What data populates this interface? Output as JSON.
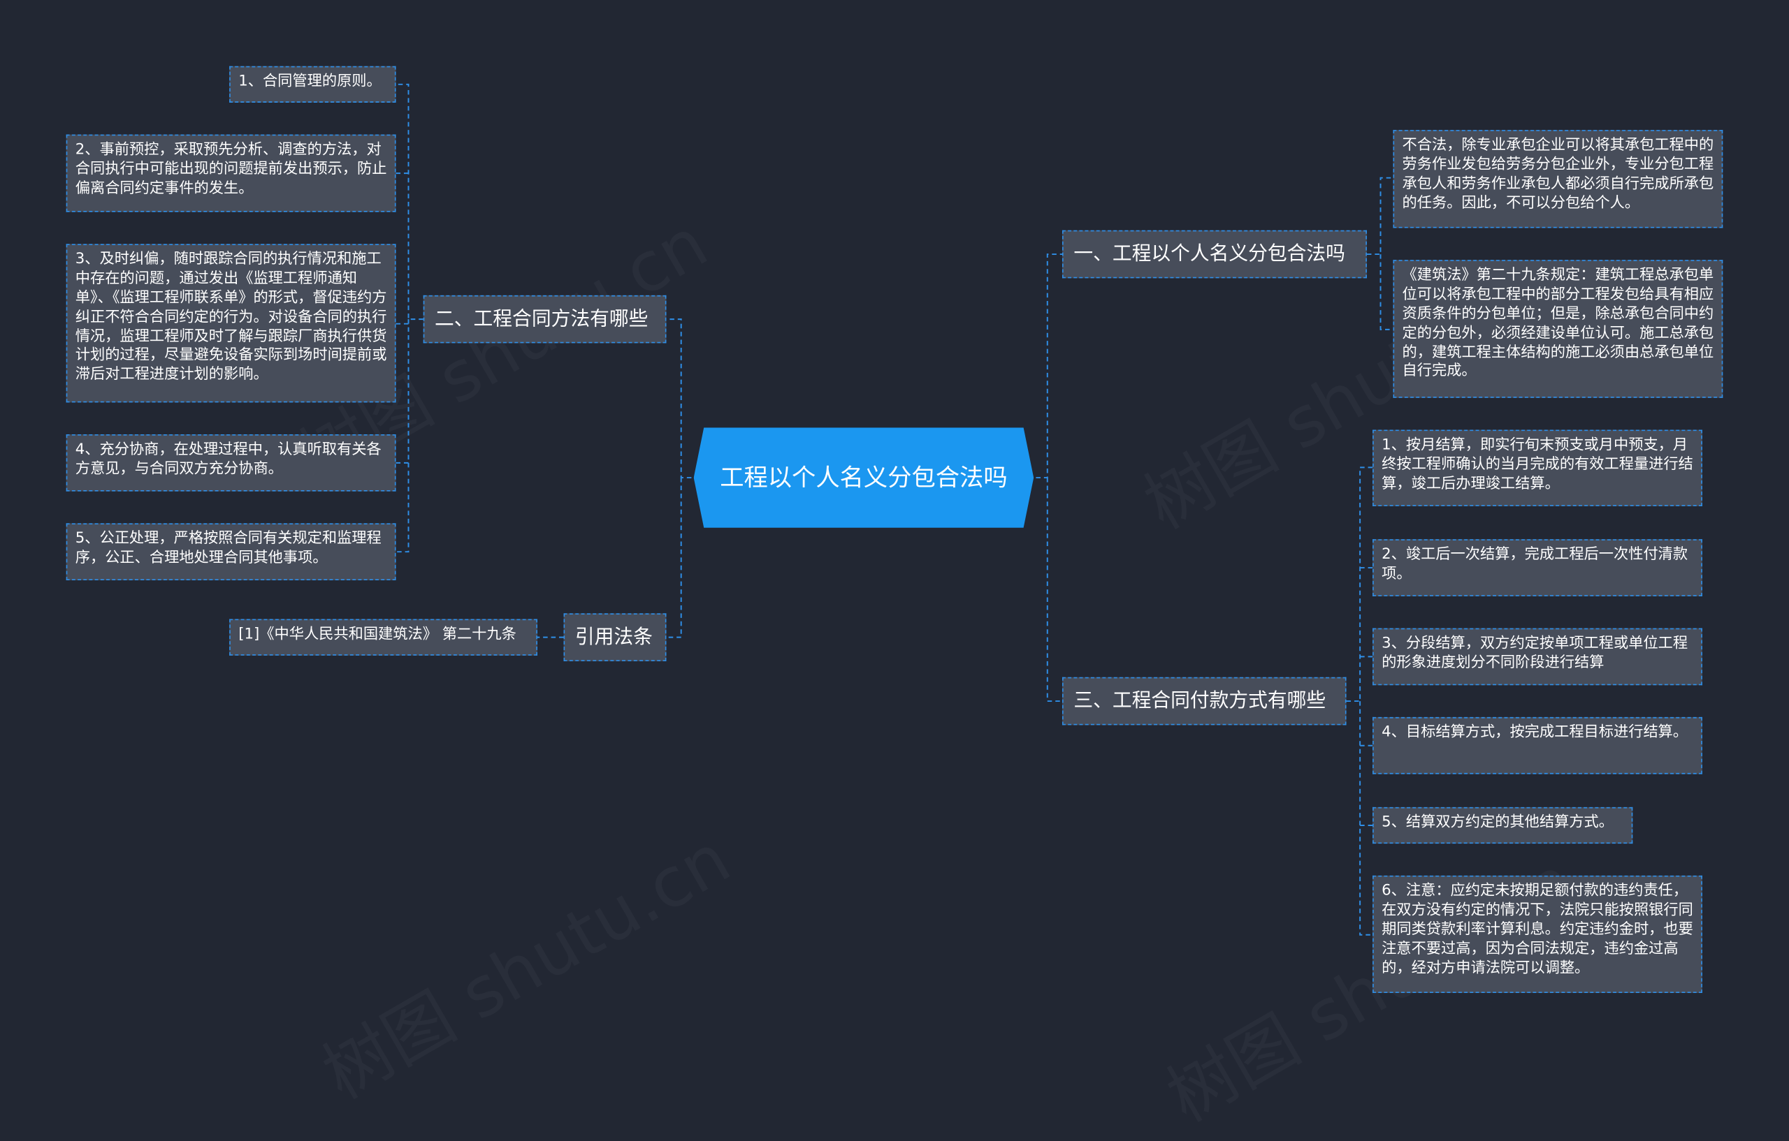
{
  "root": {
    "title": "工程以个人名义分包合法吗"
  },
  "watermark": "树图 shutu.cn",
  "branch_left_methods": {
    "label": "二、工程合同方法有哪些",
    "items": [
      "1、合同管理的原则。",
      "2、事前预控，采取预先分析、调查的方法，对合同执行中可能出现的问题提前发出预示，防止偏离合同约定事件的发生。",
      "3、及时纠偏，随时跟踪合同的执行情况和施工中存在的问题，通过发出《监理工程师通知单》、《监理工程师联系单》的形式，督促违约方纠正不符合合同约定的行为。对设备合同的执行情况，监理工程师及时了解与跟踪厂商执行供货计划的过程，尽量避免设备实际到场时间提前或滞后对工程进度计划的影响。",
      "4、充分协商，在处理过程中，认真听取有关各方意见，与合同双方充分协商。",
      "5、公正处理，严格按照合同有关规定和监理程序，公正、合理地处理合同其他事项。"
    ]
  },
  "branch_left_law": {
    "label": "引用法条",
    "items": [
      "[1]《中华人民共和国建筑法》 第二十九条"
    ]
  },
  "branch_right_legal": {
    "label": "一、工程以个人名义分包合法吗",
    "items": [
      "不合法，除专业承包企业可以将其承包工程中的劳务作业发包给劳务分包企业外，专业分包工程承包人和劳务作业承包人都必须自行完成所承包的任务。因此，不可以分包给个人。",
      "《建筑法》第二十九条规定：建筑工程总承包单位可以将承包工程中的部分工程发包给具有相应资质条件的分包单位；但是，除总承包合同中约定的分包外，必须经建设单位认可。施工总承包的，建筑工程主体结构的施工必须由总承包单位自行完成。"
    ]
  },
  "branch_right_payment": {
    "label": "三、工程合同付款方式有哪些",
    "items": [
      "1、按月结算，即实行旬末预支或月中预支，月终按工程师确认的当月完成的有效工程量进行结算，竣工后办理竣工结算。",
      "2、竣工后一次结算，完成工程后一次性付清款项。",
      "3、分段结算，双方约定按单项工程或单位工程的形象进度划分不同阶段进行结算",
      "4、目标结算方式，按完成工程目标进行结算。",
      "5、结算双方约定的其他结算方式。",
      "6、注意：应约定未按期足额付款的违约责任，在双方没有约定的情况下，法院只能按照银行同期同类贷款利率计算利息。约定违约金时，也要注意不要过高，因为合同法规定，违约金过高的，经对方申请法院可以调整。"
    ]
  }
}
